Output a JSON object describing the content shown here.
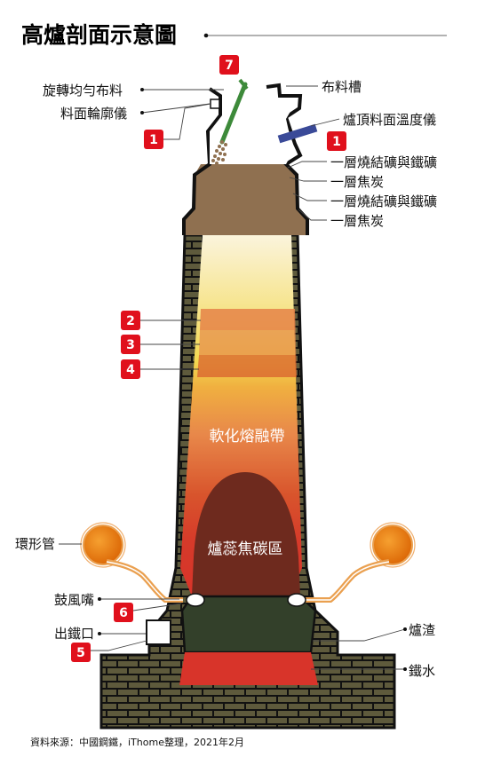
{
  "title": "高爐剖面示意圖",
  "left_labels": {
    "rotary_chute": "旋轉均勻布料",
    "profile_meter": "料面輪廓儀",
    "bustle_pipe": "環形管",
    "tuyere": "鼓風嘴",
    "taphole": "出鐵口"
  },
  "right_labels": {
    "hopper": "布料槽",
    "top_temp": "爐頂料面溫度儀",
    "layer1": "一層燒結礦與鐵礦",
    "layer2": "一層焦炭",
    "layer3": "一層燒結礦與鐵礦",
    "layer4": "一層焦炭",
    "slag": "爐渣",
    "iron": "鐵水"
  },
  "inner_labels": {
    "cohesive_zone": "軟化熔融帶",
    "deadman": "爐蕊焦碳區"
  },
  "badges": {
    "b7": "7",
    "b1_left": "1",
    "b1_right": "1",
    "b2": "2",
    "b3": "3",
    "b4": "4",
    "b6": "6",
    "b5": "5"
  },
  "source": "資料來源：中國鋼鐵，iThome整理，2021年2月",
  "colors": {
    "badge_red": "#e0101c",
    "brick": "#5e5a3c",
    "furnace_red": "#d8342a",
    "deadman": "#6e2a1e",
    "slag": "#33402a",
    "burden": "#8f7050",
    "pipe_orange": "#ea7d10",
    "chute_green": "#3d8a3a",
    "sensor_blue": "#3a4a98"
  }
}
